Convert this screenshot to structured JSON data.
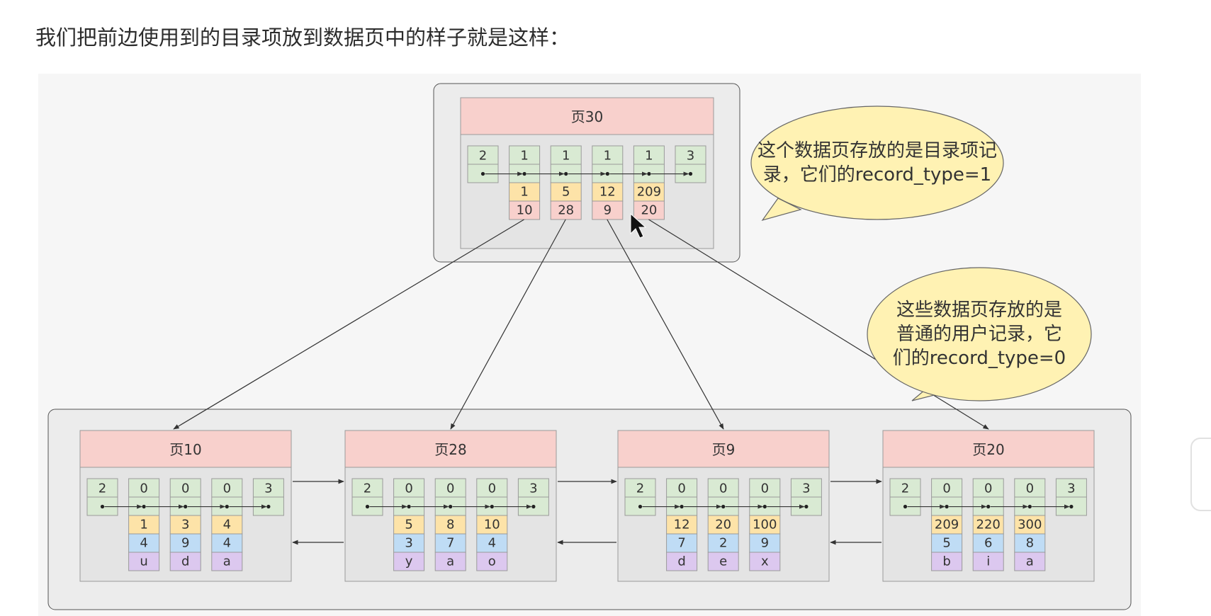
{
  "heading": "我们把前边使用到的目录项放到数据页中的样子就是这样：",
  "colors": {
    "header": "#f8d0cc",
    "slot": "#d9ead3",
    "key": "#fde3a8",
    "col2": "#bfdcf5",
    "col3": "#dcc8ef",
    "pageno": "#f8d0cc",
    "body": "#e4e4e4",
    "bubble": "#fff2b3"
  },
  "top_page": {
    "title": "页30",
    "infimum_type": "2",
    "supremum_type": "3",
    "records": [
      {
        "type": "1",
        "key": "1",
        "page_no": "10"
      },
      {
        "type": "1",
        "key": "5",
        "page_no": "28"
      },
      {
        "type": "1",
        "key": "12",
        "page_no": "9"
      },
      {
        "type": "1",
        "key": "209",
        "page_no": "20"
      }
    ]
  },
  "leaf_pages": [
    {
      "title": "页10",
      "infimum_type": "2",
      "supremum_type": "3",
      "records": [
        {
          "type": "0",
          "c1": "1",
          "c2": "4",
          "c3": "u"
        },
        {
          "type": "0",
          "c1": "3",
          "c2": "9",
          "c3": "d"
        },
        {
          "type": "0",
          "c1": "4",
          "c2": "4",
          "c3": "a"
        }
      ]
    },
    {
      "title": "页28",
      "infimum_type": "2",
      "supremum_type": "3",
      "records": [
        {
          "type": "0",
          "c1": "5",
          "c2": "3",
          "c3": "y"
        },
        {
          "type": "0",
          "c1": "8",
          "c2": "7",
          "c3": "a"
        },
        {
          "type": "0",
          "c1": "10",
          "c2": "4",
          "c3": "o"
        }
      ]
    },
    {
      "title": "页9",
      "infimum_type": "2",
      "supremum_type": "3",
      "records": [
        {
          "type": "0",
          "c1": "12",
          "c2": "7",
          "c3": "d"
        },
        {
          "type": "0",
          "c1": "20",
          "c2": "2",
          "c3": "e"
        },
        {
          "type": "0",
          "c1": "100",
          "c2": "9",
          "c3": "x"
        }
      ]
    },
    {
      "title": "页20",
      "infimum_type": "2",
      "supremum_type": "3",
      "records": [
        {
          "type": "0",
          "c1": "209",
          "c2": "5",
          "c3": "b"
        },
        {
          "type": "0",
          "c1": "220",
          "c2": "6",
          "c3": "i"
        },
        {
          "type": "0",
          "c1": "300",
          "c2": "8",
          "c3": "a"
        }
      ]
    }
  ],
  "callouts": [
    {
      "lines": [
        "这个数据页存放的是目录项记",
        "录，它们的record_type=1"
      ]
    },
    {
      "lines": [
        "这些数据页存放的是",
        "普通的用户记录，它",
        "们的record_type=0"
      ]
    }
  ]
}
